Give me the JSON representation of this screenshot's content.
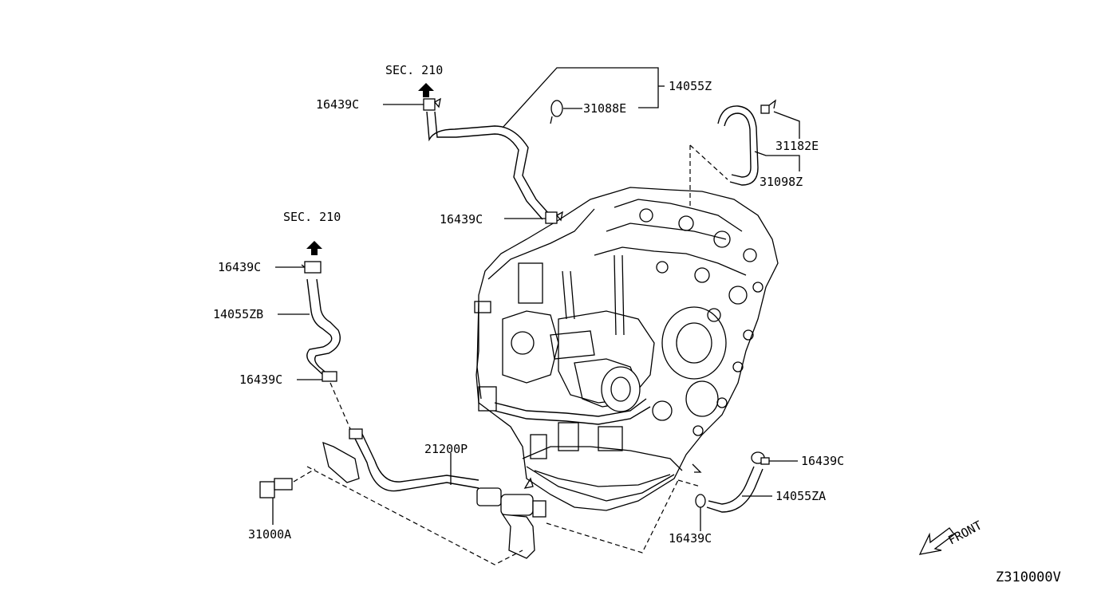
{
  "labels": {
    "sec_210_top": "SEC. 210",
    "sec_210_left": "SEC. 210",
    "p16439c_top": "16439C",
    "p31088e": "31088E",
    "p14055z": "14055Z",
    "p31182e": "31182E",
    "p31098z": "31098Z",
    "p16439c_mid": "16439C",
    "p16439c_left1": "16439C",
    "p14055zb": "14055ZB",
    "p16439c_left2": "16439C",
    "p21200p": "21200P",
    "p31000a": "31000A",
    "p16439c_right": "16439C",
    "p14055za": "14055ZA",
    "p16439c_bottom": "16439C",
    "front": "FRONT",
    "diagram_code": "Z310000V"
  }
}
